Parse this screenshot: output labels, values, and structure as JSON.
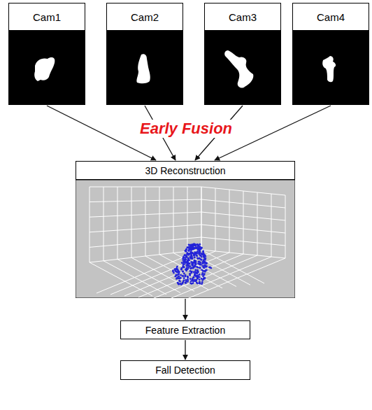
{
  "diagram": {
    "nodes": [
      {
        "text": [
          "Cam1"
        ]
      },
      {
        "text": [
          "Cam2"
        ]
      },
      {
        "text": [
          "Cam3"
        ]
      },
      {
        "text": [
          "Cam4"
        ]
      },
      {
        "text": [
          "3D Reconstruction"
        ]
      },
      {
        "text": [
          "Feature Extraction"
        ]
      },
      {
        "text": [
          "Fall Detection"
        ]
      }
    ],
    "edges": [
      {
        "from": 0,
        "to": 4,
        "arrow": "to"
      },
      {
        "from": 1,
        "to": 4,
        "arrow": "to"
      },
      {
        "from": 2,
        "to": 4,
        "arrow": "to"
      },
      {
        "from": 3,
        "to": 4,
        "arrow": "to"
      },
      {
        "from": 4,
        "to": 5,
        "arrow": "to"
      },
      {
        "from": 5,
        "to": 6,
        "arrow": "to"
      }
    ],
    "labels": [
      "Early Fusion"
    ]
  }
}
